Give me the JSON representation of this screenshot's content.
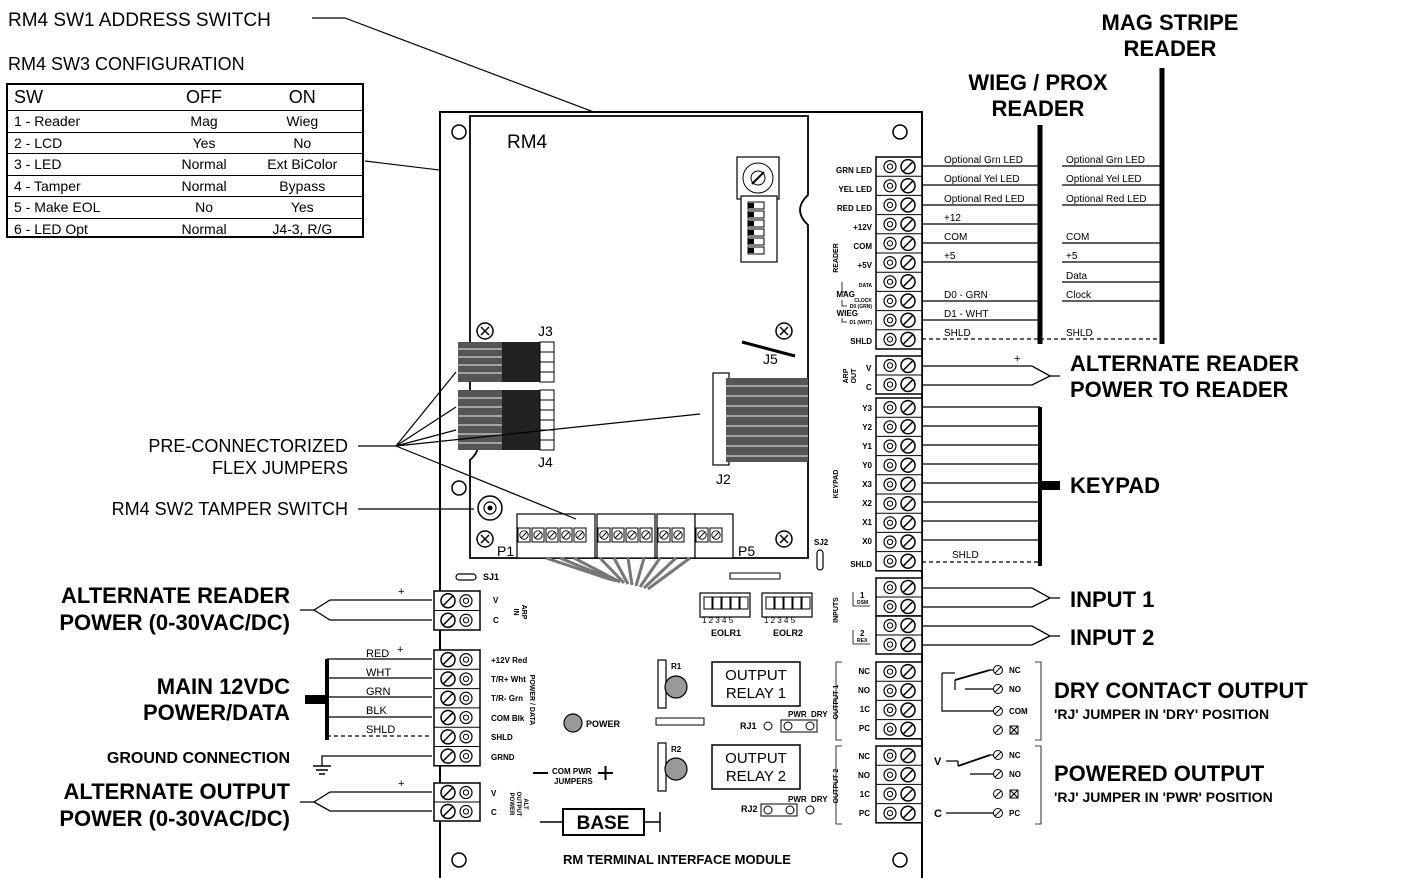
{
  "labels": {
    "sw1": "RM4 SW1 ADDRESS SWITCH",
    "sw3": "RM4 SW3 CONFIGURATION",
    "flex1": "PRE-CONNECTORIZED",
    "flex2": "FLEX JUMPERS",
    "sw2": "RM4 SW2 TAMPER SWITCH",
    "mag1": "MAG STRIPE",
    "mag2": "READER",
    "wieg1": "WIEG / PROX",
    "wieg2": "READER",
    "arpr1": "ALTERNATE READER",
    "arpr2": "POWER TO READER",
    "keypad": "KEYPAD",
    "input1": "INPUT 1",
    "input2": "INPUT 2",
    "dry1": "DRY CONTACT OUTPUT",
    "dry2": "'RJ' JUMPER IN 'DRY' POSITION",
    "pow1": "POWERED OUTPUT",
    "pow2": "'RJ' JUMPER IN 'PWR' POSITION",
    "arp_in1": "ALTERNATE READER",
    "arp_in2": "POWER (0-30VAC/DC)",
    "main1": "MAIN 12VDC",
    "main2": "POWER/DATA",
    "ground": "GROUND CONNECTION",
    "alt_out1": "ALTERNATE OUTPUT",
    "alt_out2": "POWER (0-30VAC/DC)"
  },
  "sw3_table": {
    "headers": [
      "SW",
      "OFF",
      "ON"
    ],
    "rows": [
      [
        "1 - Reader",
        "Mag",
        "Wieg"
      ],
      [
        "2 - LCD",
        "Yes",
        "No"
      ],
      [
        "3 - LED",
        "Normal",
        "Ext BiColor"
      ],
      [
        "4 - Tamper",
        "Normal",
        "Bypass"
      ],
      [
        "5 - Make EOL",
        "No",
        "Yes"
      ],
      [
        "6 - LED Opt",
        "Normal",
        "J4-3, R/G"
      ]
    ]
  },
  "board": {
    "rm4": "RM4",
    "j3": "J3",
    "j4": "J4",
    "j5": "J5",
    "j2": "J2",
    "p1": "P1",
    "p5": "P5",
    "sj1": "SJ1",
    "sj2": "SJ2",
    "eolr1": "EOLR1",
    "eolr2": "EOLR2",
    "dip_nums": "1 2 3 4 5",
    "r1": "R1",
    "r2": "R2",
    "relay1a": "OUTPUT",
    "relay1b": "RELAY 1",
    "relay2a": "OUTPUT",
    "relay2b": "RELAY 2",
    "rj1": "RJ1",
    "rj2": "RJ2",
    "pwr": "PWR",
    "dry": "DRY",
    "power": "POWER",
    "com_pwr": "COM PWR",
    "jumpers": "JUMPERS",
    "base": "BASE",
    "footer": "RM TERMINAL INTERFACE MODULE"
  },
  "reader_terms": [
    "GRN LED",
    "YEL LED",
    "RED LED",
    "+12V",
    "COM",
    "+5V",
    "DATA",
    "CLOCK",
    "D1 (WHT)",
    "SHLD"
  ],
  "reader_extra": {
    "mag": "MAG",
    "d0grn": "D0 (GRN)",
    "wieg": "WIEG",
    "group": "READER"
  },
  "arp_out": {
    "v": "V",
    "c": "C",
    "group1": "ARP",
    "group2": "OUT"
  },
  "keypad_terms": [
    "Y3",
    "Y2",
    "Y1",
    "Y0",
    "X3",
    "X2",
    "X1",
    "X0",
    "SHLD"
  ],
  "keypad_group": "KEYPAD",
  "inputs": {
    "in1": "1",
    "dsm": "DSM",
    "in2": "2",
    "rex": "REX",
    "group": "INPUTS"
  },
  "out1": {
    "terms": [
      "NC",
      "NO",
      "1C",
      "PC"
    ],
    "group": "OUTPUT 1"
  },
  "out2": {
    "terms": [
      "NC",
      "NO",
      "1C",
      "PC"
    ],
    "group": "OUTPUT 2"
  },
  "wieg_wires": [
    "Optional Grn LED",
    "Optional Yel LED",
    "Optional Red LED",
    "+12",
    "COM",
    "+5",
    "D0 - GRN",
    "D1 - WHT",
    "SHLD"
  ],
  "mag_wires": [
    "Optional Grn LED",
    "Optional Yel LED",
    "Optional Red LED",
    "COM",
    "+5",
    "Data",
    "Clock",
    "SHLD"
  ],
  "keypad_shld": "SHLD",
  "plus": "+",
  "dry_terms": [
    "NC",
    "NO",
    "COM"
  ],
  "pow_terms": [
    "NC",
    "NO",
    "PC"
  ],
  "pow_v": "V",
  "pow_c": "C",
  "left_terms": {
    "arp_in": {
      "v": "V",
      "c": "C",
      "group1": "ARP",
      "group2": "IN"
    },
    "main": [
      "+12V Red",
      "T/R+ Wht",
      "T/R- Grn",
      "COM Blk",
      "SHLD"
    ],
    "main_group": "POWER / DATA",
    "grnd": "GRND",
    "alt": {
      "v": "V",
      "c": "C",
      "group1": "ALT",
      "group2": "OUTPUT",
      "group3": "POWER"
    }
  },
  "main_wires": [
    "RED",
    "WHT",
    "GRN",
    "BLK",
    "SHLD"
  ]
}
